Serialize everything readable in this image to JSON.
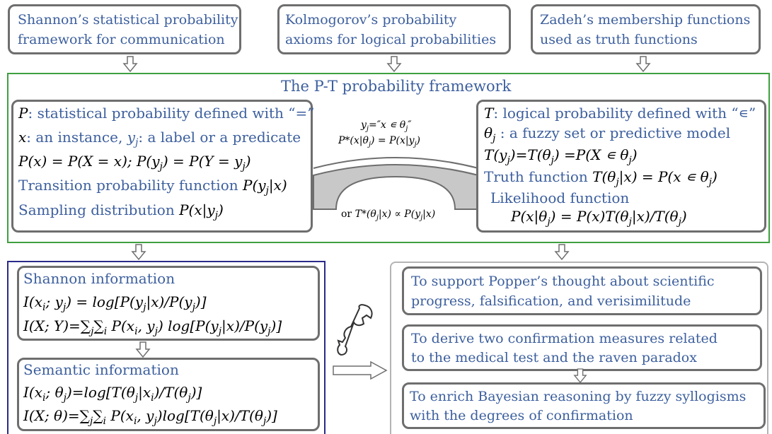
{
  "top_boxes": {
    "shannon": [
      "Shannon’s statistical probability",
      "framework for communication"
    ],
    "kolmogorov": [
      "Kolmogorov’s probability",
      "axioms for logical probabilities"
    ],
    "zadeh": [
      "Zadeh’s membership functions",
      "used as truth functions"
    ]
  },
  "framework_title": "The P-T probability framework",
  "p_box": {
    "l1a": "P",
    "l1b": ": statistical probability defined with “=”",
    "l2a": "x",
    "l2b": ": an instance, ",
    "l2c": "y",
    "l2d": "j",
    "l2e": ": a label or a predicate",
    "l3": "P(x) = P(X = x); P(y",
    "l3b": "j",
    "l3c": ") = P(Y = y",
    "l3d": "j",
    "l3e": ")",
    "l4a": "Transition probability function ",
    "l4b": "P(y",
    "l4c": "j",
    "l4d": "|x)",
    "l5a": "Sampling distribution ",
    "l5b": "P(x|y",
    "l5c": "j",
    "l5d": ")"
  },
  "bridge": {
    "top1": "y",
    "top1sub": "j",
    "top1b": "=″x ∊ θ",
    "top1sub2": "j",
    "top1c": "″",
    "top2": "P*(x|θ",
    "top2sub": "j",
    "top2b": ") = P(x|y",
    "top2sub2": "j",
    "top2c": ")",
    "bottom_a": "or ",
    "bottom_b": "T*(θ",
    "bottom_sub": "j",
    "bottom_c": "|x) ∝ P(y",
    "bottom_sub2": "j",
    "bottom_d": "|x)"
  },
  "t_box": {
    "l1a": "T",
    "l1b": ": logical probability defined with “∊”",
    "l2a": "θ",
    "l2sub": "j",
    "l2b": " : a fuzzy set or predictive model",
    "l3": "T(y",
    "l3sub": "j",
    "l3b": ")=T(θ",
    "l3sub2": "j",
    "l3c": ") =P(X ∊ θ",
    "l3sub3": "j",
    "l3d": ")",
    "l4a": "Truth function ",
    "l4b": "T(θ",
    "l4sub": "j",
    "l4c": "|x) = P(x ∊ θ",
    "l4sub2": "j",
    "l4d": ")",
    "l5": "Likelihood function",
    "l6": "P(x|θ",
    "l6sub": "j",
    "l6b": ") = P(x)T(θ",
    "l6sub2": "j",
    "l6c": "|x)/T(θ",
    "l6sub3": "j",
    "l6d": ")"
  },
  "shannon_info": {
    "title": "Shannon information",
    "l1": "I(x",
    "l1sub": "i",
    "l1b": "; y",
    "l1sub2": "j",
    "l1c": ") = log[P(y",
    "l1sub3": "j",
    "l1d": "|x)/P(y",
    "l1sub4": "j",
    "l1e": ")]",
    "l2": "I(X; Y)=∑",
    "l2sub": "j",
    "l2b": "∑",
    "l2sub2": "i",
    "l2c": " P(x",
    "l2sub3": "i",
    "l2d": ", y",
    "l2sub4": "j",
    "l2e": ") log[P(y",
    "l2sub5": "j",
    "l2f": "|x)/P(y",
    "l2sub6": "j",
    "l2g": ")]"
  },
  "semantic_info": {
    "title": "Semantic information",
    "l1": "I(x",
    "l1sub": "i",
    "l1b": "; θ",
    "l1sub2": "j",
    "l1c": ")=log[T(θ",
    "l1sub3": "j",
    "l1d": "|x",
    "l1sub4": "i",
    "l1e": ")/T(θ",
    "l1sub5": "j",
    "l1f": ")]",
    "l2": "I(X; θ)=∑",
    "l2sub": "j",
    "l2b": "∑",
    "l2sub2": "i",
    "l2c": " P(x",
    "l2sub3": "i",
    "l2d": ", y",
    "l2sub4": "j",
    "l2e": ")log[T(θ",
    "l2sub5": "j",
    "l2f": "|x)/T(θ",
    "l2sub6": "j",
    "l2g": ")]"
  },
  "right_boxes": {
    "popper": [
      "To support Popper’s thought  about scientific",
      "progress, falsification, and verisimilitude"
    ],
    "confirm": [
      "To derive two confirmation measures related",
      "to the medical test and the raven paradox"
    ],
    "bayes": [
      "To enrich Bayesian reasoning by fuzzy syllogisms",
      "with the degrees of confirmation"
    ]
  },
  "colors": {
    "text_blue": "#3c5f9e",
    "box_gray": "#6e6e6e",
    "frame_green": "#3fa03f",
    "frame_navy": "#2a2a8a",
    "frame_lightgray": "#b4b4b4",
    "bridge_fill": "#c8c8c8"
  },
  "icons": [
    "wrench-icon",
    "hollow-arrow-down-icon",
    "hollow-arrow-right-icon"
  ]
}
